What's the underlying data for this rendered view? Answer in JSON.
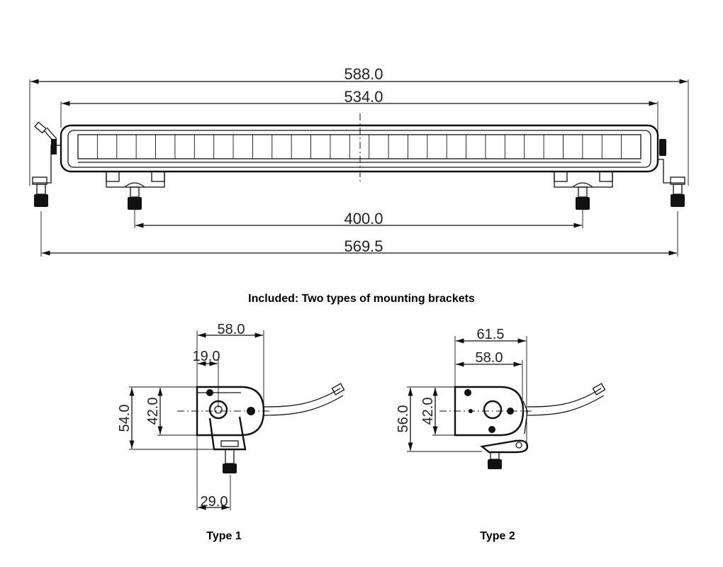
{
  "light_bar": {
    "dims": {
      "overall_width": "588.0",
      "housing_width": "534.0",
      "inner_mount_spacing": "400.0",
      "outer_mount_spacing": "569.5"
    },
    "led_count": 29
  },
  "caption": "Included: Two types of mounting brackets",
  "bracket_type1": {
    "label": "Type 1",
    "dims": {
      "width": "58.0",
      "offset": "19.0",
      "height_outer": "54.0",
      "height_inner": "42.0",
      "base": "29.0"
    }
  },
  "bracket_type2": {
    "label": "Type 2",
    "dims": {
      "width_outer": "61.5",
      "width_inner": "58.0",
      "height_outer": "56.0",
      "height_inner": "42.0"
    }
  }
}
